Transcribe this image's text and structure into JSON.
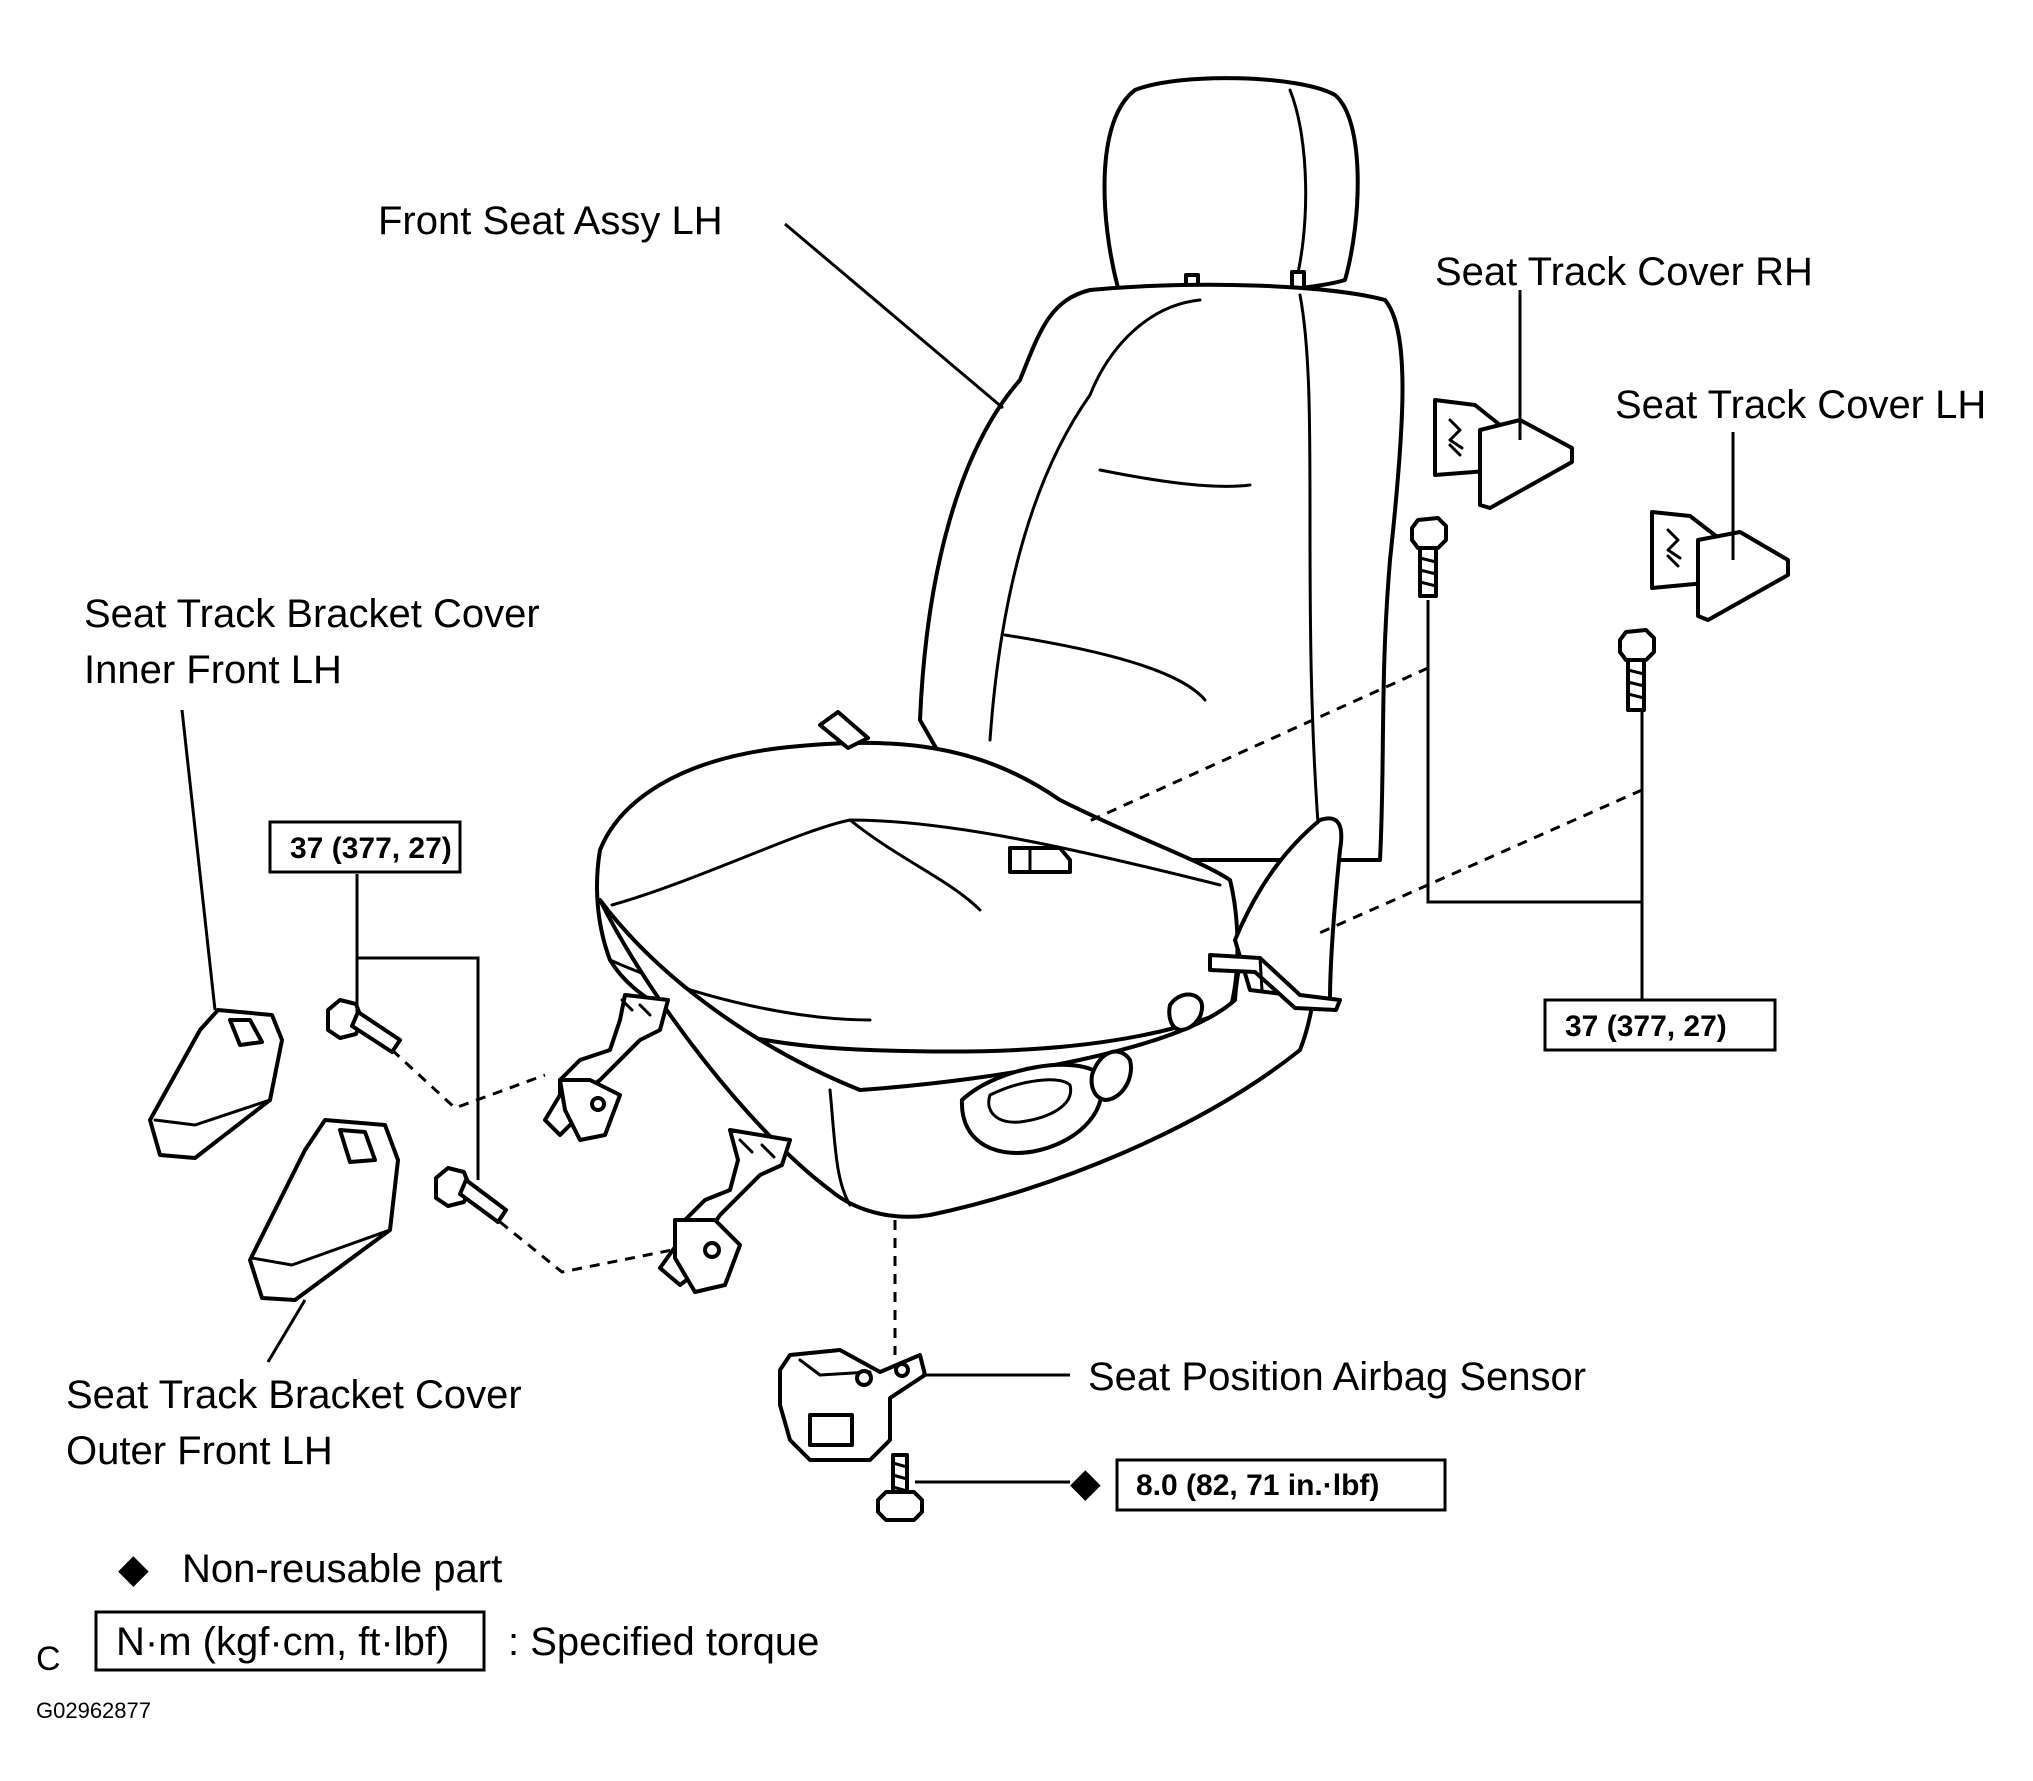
{
  "labels": {
    "front_seat": [
      "Front Seat Assy LH"
    ],
    "track_cover_rh": [
      "Seat Track Cover RH"
    ],
    "track_cover_lh": [
      "Seat Track Cover LH"
    ],
    "bracket_inner": [
      "Seat Track Bracket Cover",
      "Inner Front LH"
    ],
    "bracket_outer": [
      "Seat Track Bracket Cover",
      "Outer Front LH"
    ],
    "airbag_sensor": [
      "Seat Position Airbag Sensor"
    ]
  },
  "torque": {
    "left_bolts": "37 (377, 27)",
    "right_bolts": "37 (377, 27)",
    "sensor_bolt": "8.0 (82, 71 in.·lbf)"
  },
  "legend": {
    "non_reusable_symbol": "◆",
    "non_reusable_text": "Non-reusable  part",
    "torque_box_text": "N·m (kgf·cm, ft·lbf)",
    "torque_desc": ": Specified torque",
    "corner_letter": "C"
  },
  "figure_id": "G02962877"
}
